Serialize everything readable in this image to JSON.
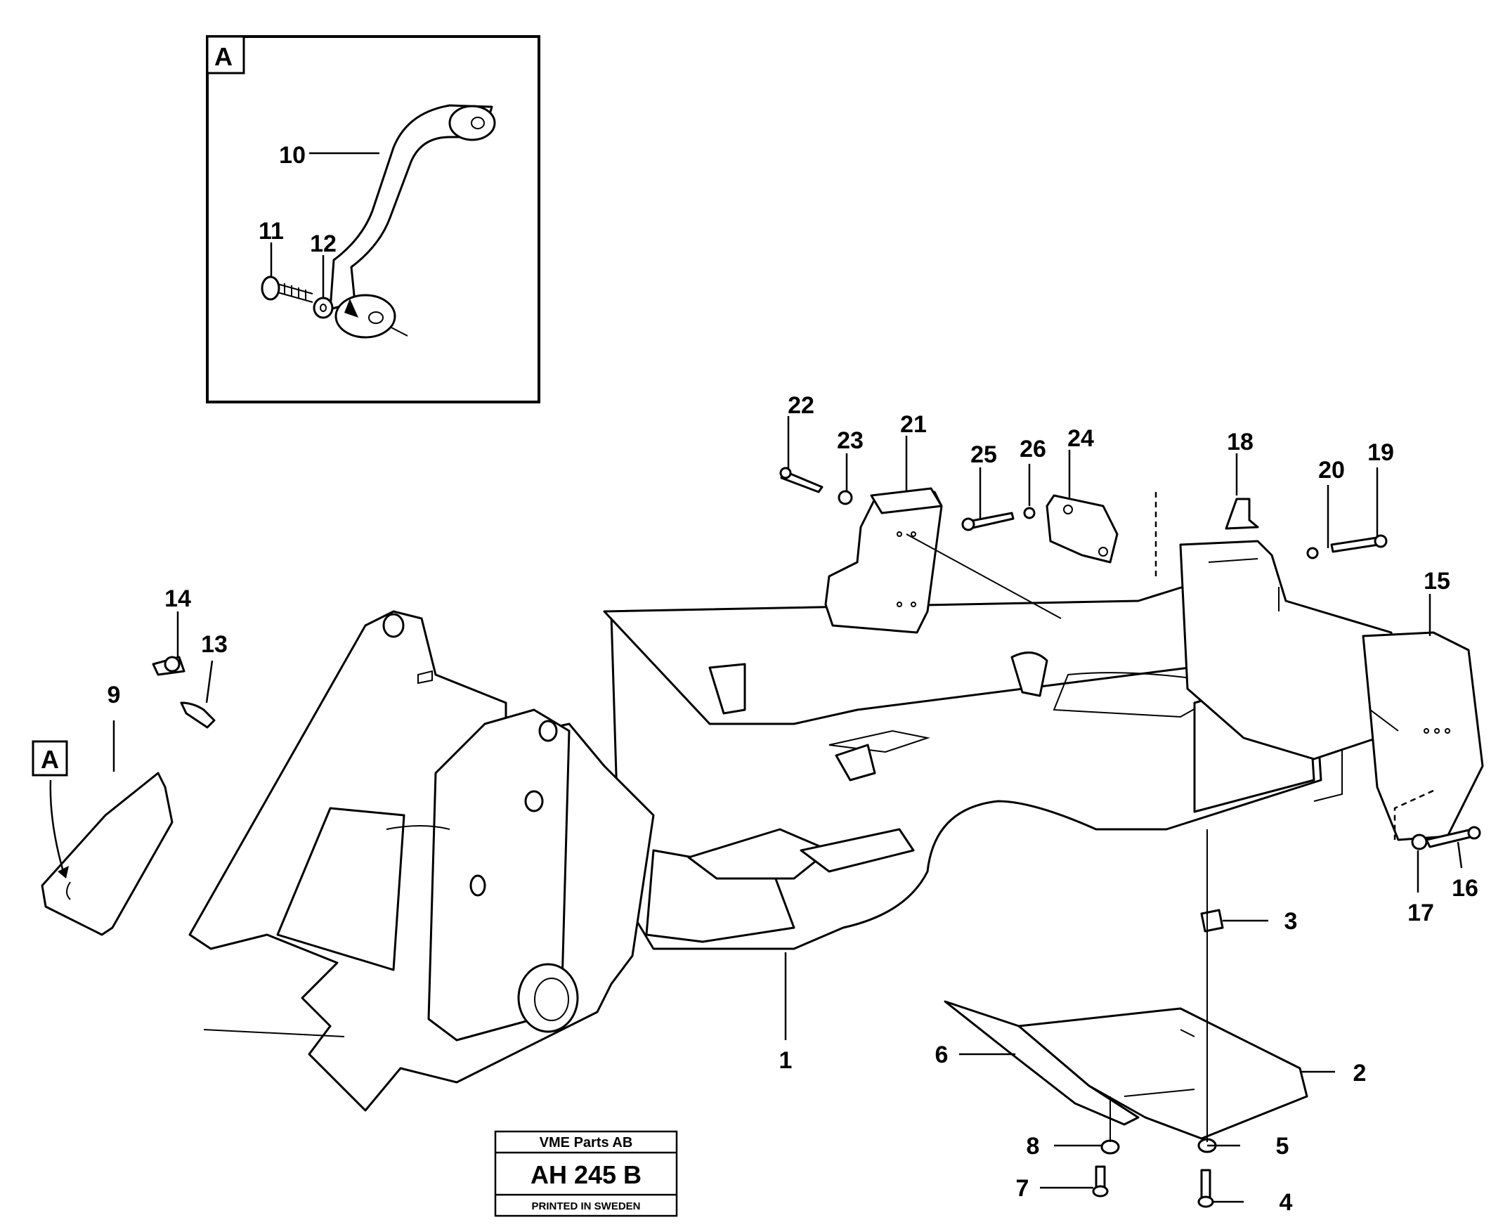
{
  "callouts": {
    "n1": "1",
    "n2": "2",
    "n3": "3",
    "n4": "4",
    "n5": "5",
    "n6": "6",
    "n7": "7",
    "n8": "8",
    "n9": "9",
    "n10": "10",
    "n11": "11",
    "n12": "12",
    "n13": "13",
    "n14": "14",
    "n15": "15",
    "n16": "16",
    "n17": "17",
    "n18": "18",
    "n19": "19",
    "n20": "20",
    "n21": "21",
    "n22": "22",
    "n23": "23",
    "n24": "24",
    "n25": "25",
    "n26": "26"
  },
  "detail_view": {
    "label": "A"
  },
  "reference_marker": {
    "label": "A"
  },
  "title_block": {
    "company": "VME Parts AB",
    "drawing_number": "AH 245 B",
    "footer": "PRINTED IN SWEDEN"
  }
}
